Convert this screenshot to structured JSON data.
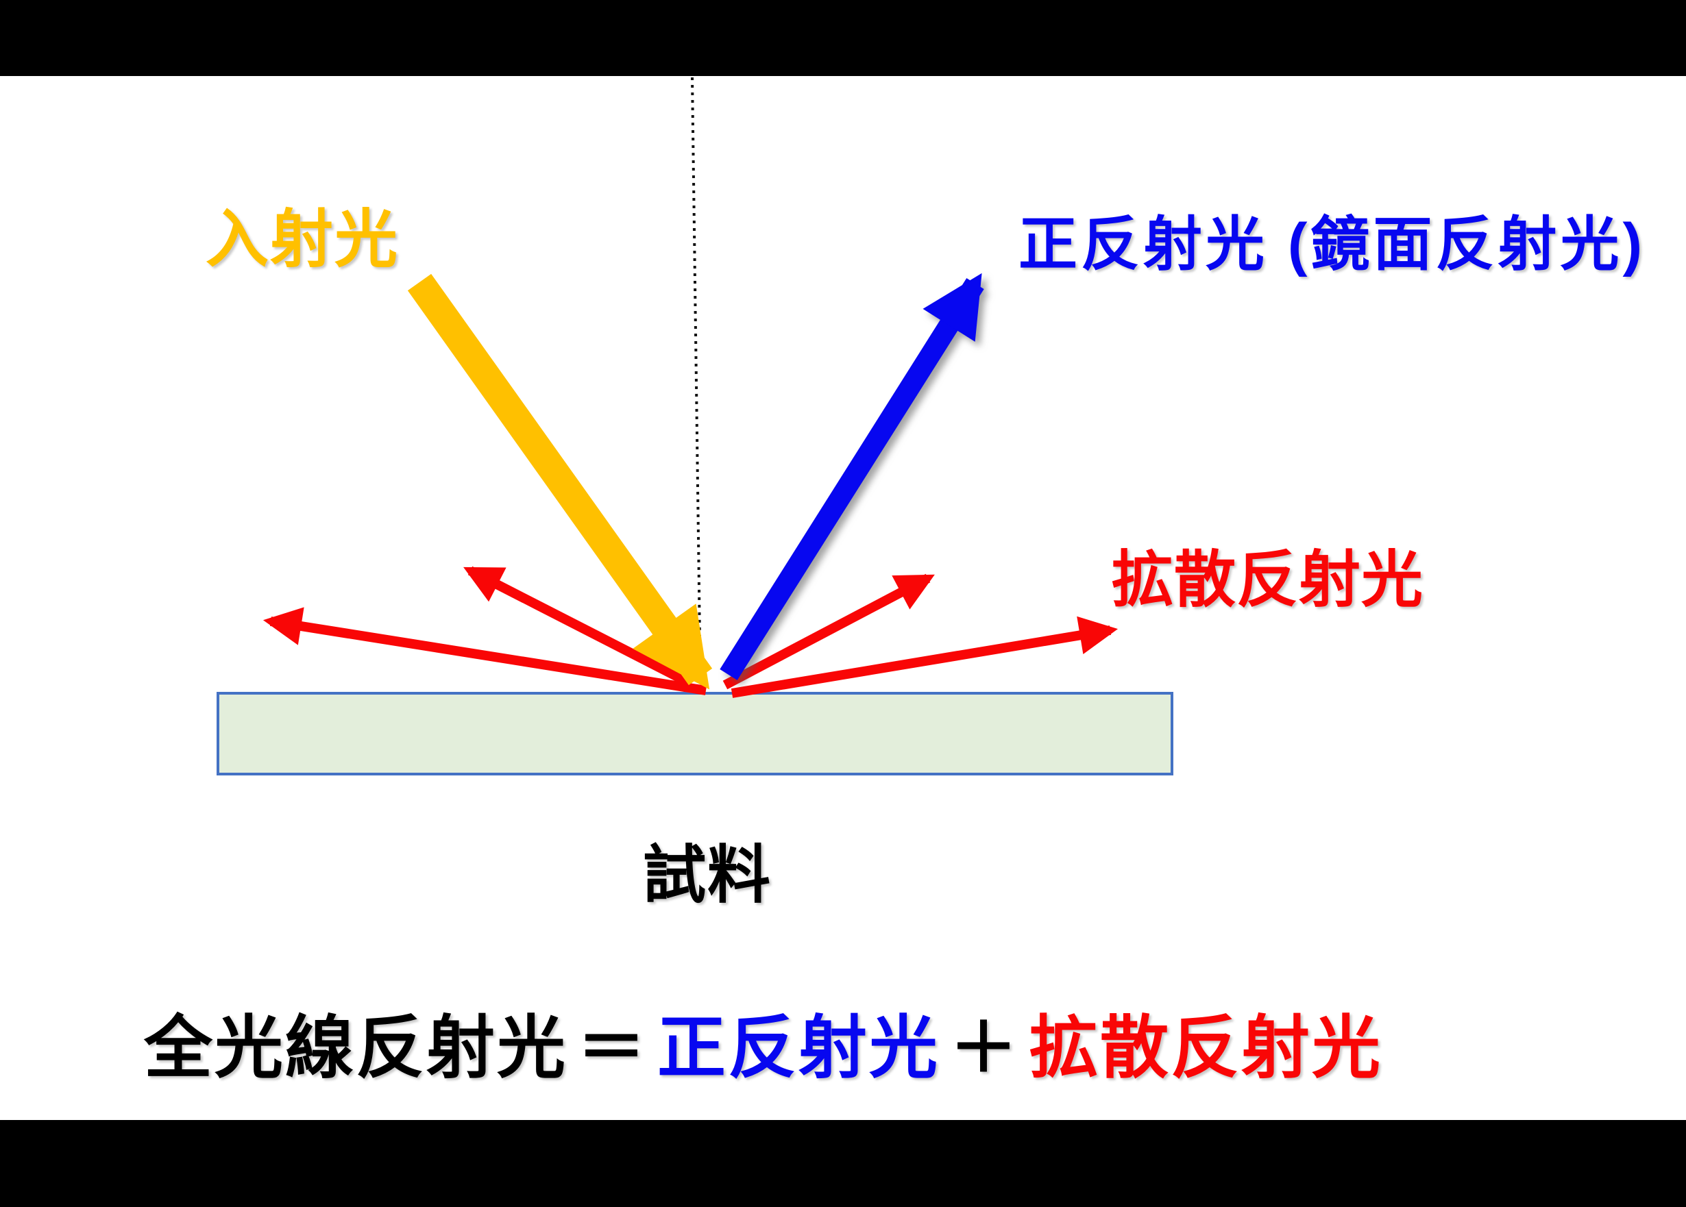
{
  "slide": {
    "labels": {
      "incident": "入射光",
      "specular": "正反射光 (鏡面反射光)",
      "diffuse": "拡散反射光",
      "sample": "試料"
    },
    "equation": {
      "total": "全光線反射光",
      "equals": "＝",
      "specular": "正反射光",
      "plus": "＋",
      "diffuse": "拡散反射光"
    }
  },
  "colors": {
    "bar": "#000000",
    "stage": "#ffffff",
    "black": "#000000",
    "yellow": "#FFC000",
    "blue": "#0707F0",
    "red": "#F90606",
    "sample_fill": "#E3EEDB",
    "sample_border": "#4472C4",
    "normal_line": "#111111"
  }
}
